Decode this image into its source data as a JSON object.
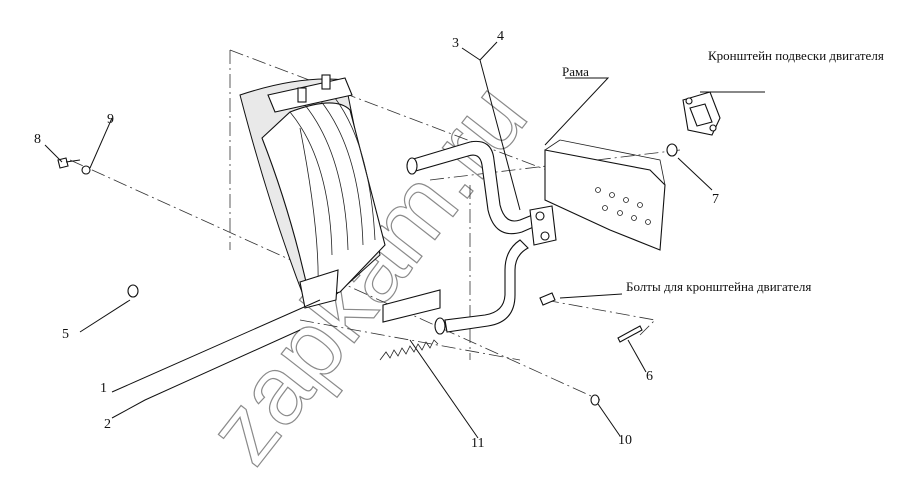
{
  "callouts": {
    "engine_bracket": "Кронштейн подвески двигателя",
    "frame": "Рама",
    "bracket_bolts": "Болты для кронштейна двигателя"
  },
  "part_numbers": {
    "p1": "1",
    "p2": "2",
    "p3": "3",
    "p4": "4",
    "p5": "5",
    "p6": "6",
    "p7": "7",
    "p8": "8",
    "p9": "9",
    "p10": "10",
    "p11": "11"
  },
  "watermark": "zapkam.ru"
}
